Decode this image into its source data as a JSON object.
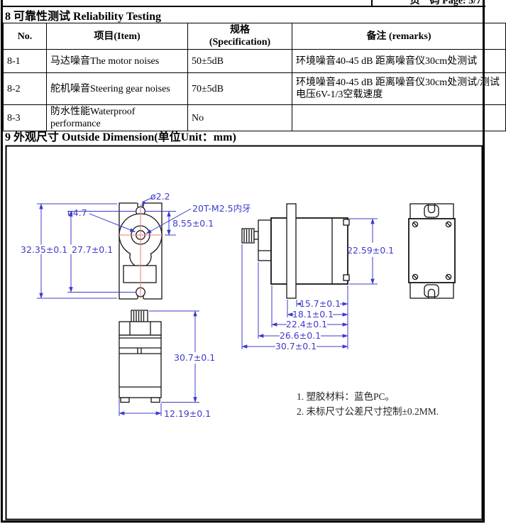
{
  "page_header": {
    "right_text": "页    码 Page: 5/7"
  },
  "sections": {
    "s8_title": "8 可靠性测试 Reliability  Testing",
    "s9_title": "9 外观尺寸 Outside Dimension(单位Unit：mm)"
  },
  "reliability_table": {
    "headers": {
      "no": "No.",
      "item": "项目(Item)",
      "spec_line1": "规格",
      "spec_line2": "(Specification)",
      "remarks": "备注 (remarks)"
    },
    "rows": [
      {
        "no": "8-1",
        "item": "马达噪音The motor noises",
        "spec": "50±5dB",
        "remarks": "环境噪音40-45 dB  距离噪音仪30cm处测试"
      },
      {
        "no": "8-2",
        "item": "舵机噪音Steering gear noises",
        "spec": "70±5dB",
        "remarks": "环境噪音40-45 dB  距离噪音仪30cm处测试/测试电压6V-1/3空载速度"
      },
      {
        "no": "8-3",
        "item": "防水性能Waterproof performance",
        "spec": "No",
        "remarks": ""
      }
    ]
  },
  "drawing": {
    "labels": {
      "hole_diameter": "ø2.2",
      "shaft_diameter": "ø4.7",
      "spline": "20T-M2.5内牙",
      "hole_offset": "8.55±0.1",
      "front_height": "32.35±0.1",
      "hole_spacing": "27.7±0.1",
      "body_height": "22.59±0.1",
      "width_1": "15.7±0.1",
      "width_2": "18.1±0.1",
      "width_3": "22.4±0.1",
      "width_4": "26.6±0.1",
      "width_5": "30.7±0.1",
      "side_height": "30.7±0.1",
      "body_width": "12.19±0.1"
    },
    "notes": {
      "n1": "1. 塑胶材料：蓝色PC。",
      "n2": "2. 未标尺寸公差尺寸控制±0.2MM."
    },
    "colors": {
      "dimension": "#3c3ccc",
      "centerline": "#f07878",
      "outline": "#141414"
    }
  }
}
